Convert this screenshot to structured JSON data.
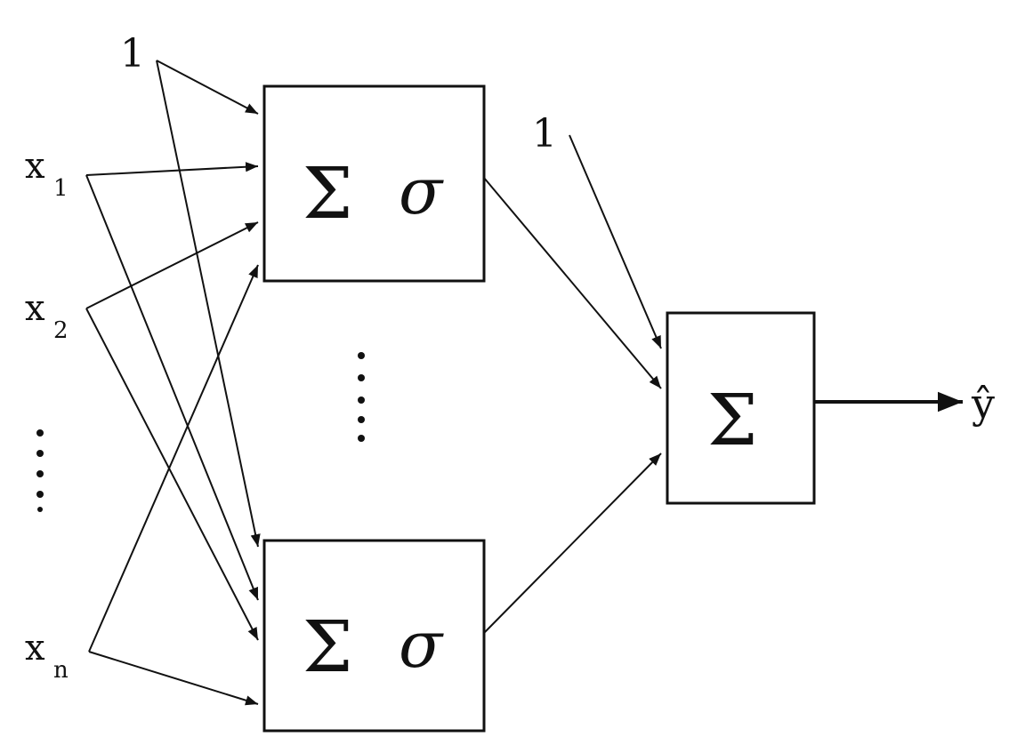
{
  "inputs": {
    "bias": "1",
    "x1": "x",
    "x1_sub": "1",
    "x2": "x",
    "x2_sub": "2",
    "xn": "x",
    "xn_sub": "n"
  },
  "hidden": {
    "top_sum": "Σ",
    "top_act": "σ",
    "bottom_sum": "Σ",
    "bottom_act": "σ"
  },
  "output": {
    "bias": "1",
    "sum": "Σ",
    "label": "ŷ"
  },
  "colors": {
    "ink": "#111111",
    "background": "#ffffff"
  }
}
